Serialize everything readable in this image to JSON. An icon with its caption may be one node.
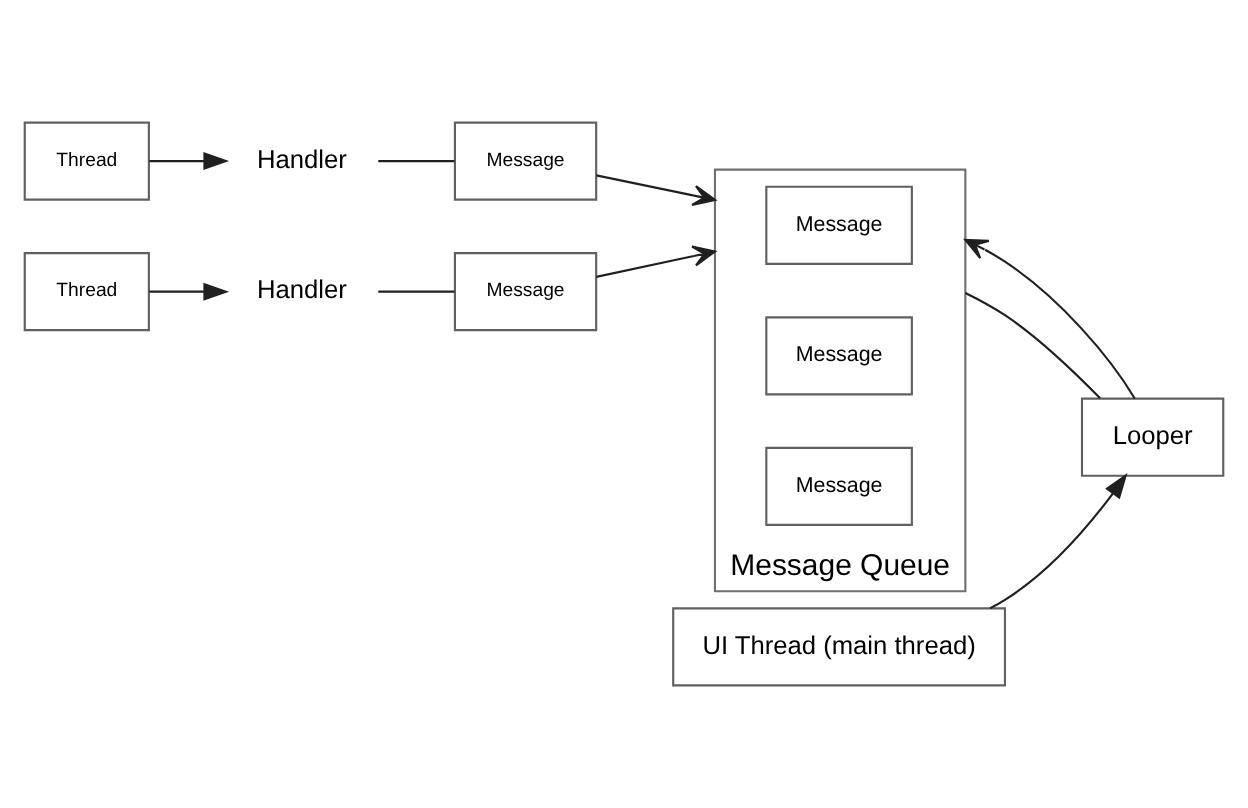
{
  "diagram": {
    "nodes": [
      {
        "text": [
          "Thread"
        ]
      },
      {
        "text": [
          "Handler"
        ]
      },
      {
        "text": [
          "Message"
        ]
      },
      {
        "text": [
          "Message Queue"
        ]
      },
      {
        "text": [
          "Message"
        ]
      },
      {
        "text": [
          "Handler"
        ]
      },
      {
        "text": [
          "Thread"
        ]
      },
      {
        "text": [
          "Message"
        ],
        "in": 3
      },
      {
        "text": [
          "Message"
        ],
        "in": 3
      },
      {
        "text": [
          "Message"
        ],
        "in": 3
      },
      {
        "text": [
          "Looper"
        ]
      },
      {
        "text": [
          "UI Thread (main thread)"
        ]
      }
    ],
    "edges": [
      {
        "from": 0,
        "to": 1,
        "arrow": "to"
      },
      {
        "from": 1,
        "to": 2,
        "arrow": "none"
      },
      {
        "from": 2,
        "to": 3,
        "arrow": "to"
      },
      {
        "from": 4,
        "to": 3,
        "arrow": "to"
      },
      {
        "from": 5,
        "to": 4,
        "arrow": "none"
      },
      {
        "from": 6,
        "to": 5,
        "arrow": "to"
      },
      {
        "from": 11,
        "to": 10,
        "arrow": "to"
      },
      {
        "from": 3,
        "to": 10,
        "arrow": "none"
      },
      {
        "from": 10,
        "to": 3,
        "arrow": "to"
      }
    ]
  }
}
